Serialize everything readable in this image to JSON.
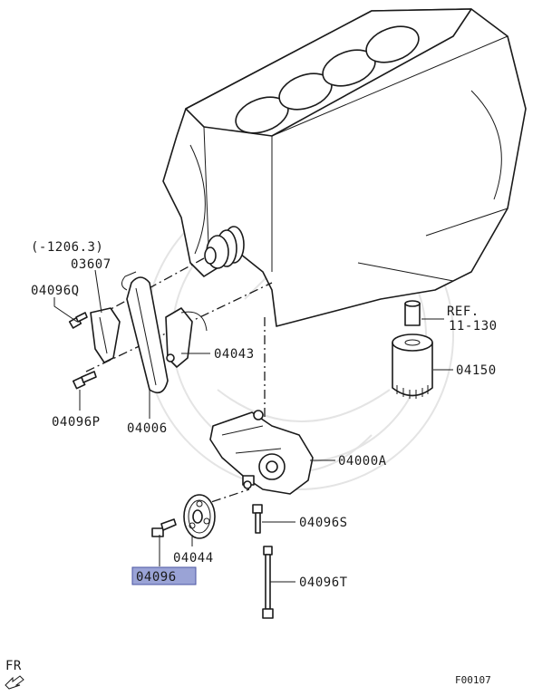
{
  "labels": {
    "range_note": "(-1206.3)",
    "p03607": "03607",
    "p04096q": "04096Q",
    "p04096p": "04096P",
    "p04006": "04006",
    "p04043": "04043",
    "p04000a": "04000A",
    "p04044": "04044",
    "p04096": "04096",
    "p04096s": "04096S",
    "p04096t": "04096T",
    "ref_line1": "REF.",
    "ref_line2": "11-130",
    "p04150": "04150",
    "front_marker": "FR",
    "figure_code": "F00107"
  },
  "colors": {
    "highlight": "#9aa3d6",
    "line": "#1a1a1a",
    "watermark": "#e4e4e4"
  },
  "icons": {
    "front_arrow": "front-direction-arrow-icon"
  },
  "highlighted_part": "04096"
}
